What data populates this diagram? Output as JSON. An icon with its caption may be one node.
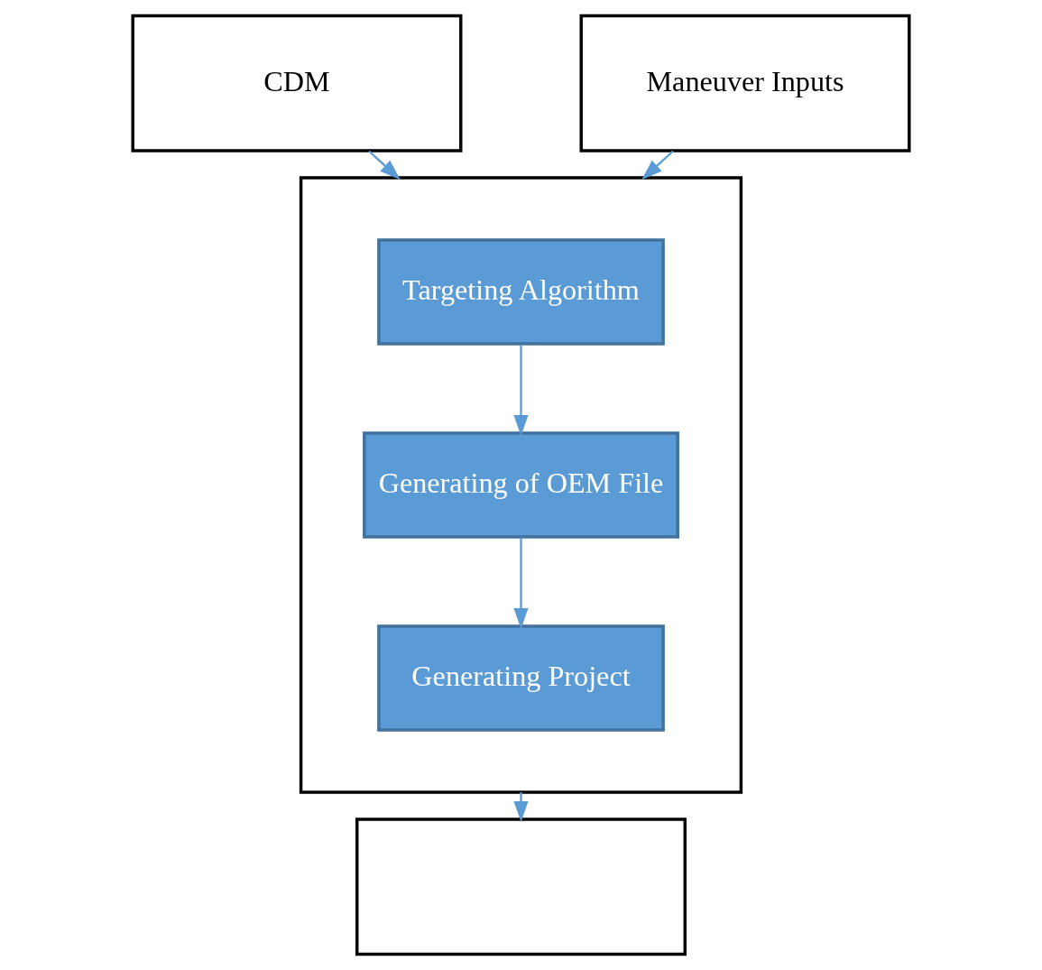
{
  "diagram": {
    "nodes": [
      {
        "text": [
          "CDM"
        ]
      },
      {
        "text": [
          "Maneuver Inputs"
        ]
      },
      {
        "text": [],
        "shape": "box"
      },
      {
        "text": [
          "Targeting Algorithm"
        ],
        "in": 2
      },
      {
        "text": [
          "Generating of OEM File"
        ],
        "in": 2
      },
      {
        "text": [
          "Generating Project"
        ],
        "in": 2
      },
      {
        "text": [],
        "shape": "box"
      }
    ],
    "edges": [
      {
        "from": 0,
        "to": 2,
        "arrow": "to"
      },
      {
        "from": 1,
        "to": 2,
        "arrow": "to"
      },
      {
        "from": 3,
        "to": 4,
        "arrow": "to"
      },
      {
        "from": 4,
        "to": 5,
        "arrow": "to"
      },
      {
        "from": 2,
        "to": 6,
        "arrow": "to"
      }
    ]
  }
}
